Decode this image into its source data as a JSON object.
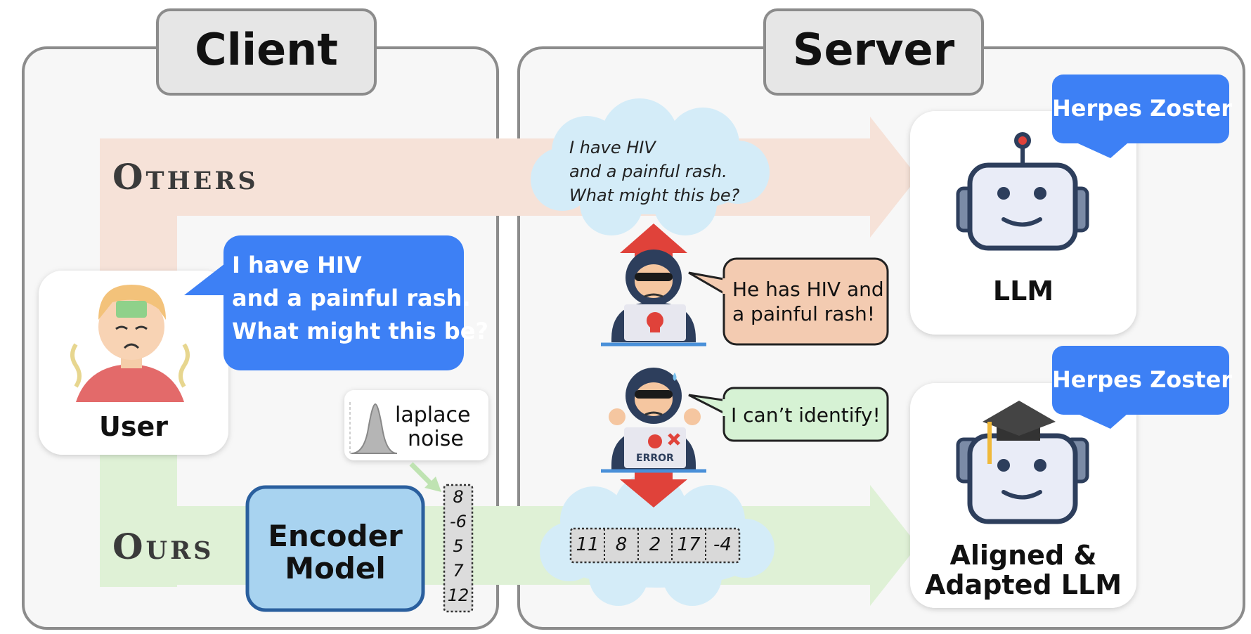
{
  "client": {
    "title": "Client"
  },
  "server": {
    "title": "Server"
  },
  "flows": {
    "others_label": "Others",
    "ours_label": "Ours"
  },
  "user": {
    "label": "User",
    "speech": [
      "I have HIV",
      "and a painful rash.",
      "What might this be?"
    ]
  },
  "cloud_text": [
    "I have HIV",
    "and a painful rash.",
    "What might this be?"
  ],
  "attacker_success": {
    "speech": [
      "He has HIV and",
      "a painful rash!"
    ]
  },
  "attacker_fail": {
    "speech": "I can’t identify!",
    "screen_text": "ERROR"
  },
  "noise": {
    "label": [
      "laplace",
      "noise"
    ]
  },
  "encoder": {
    "label": [
      "Encoder",
      "Model"
    ]
  },
  "client_vector": [
    "8",
    "-6",
    "5",
    "7",
    "12"
  ],
  "server_vector": [
    "11",
    "8",
    "2",
    "17",
    "-4"
  ],
  "llm": {
    "label": "LLM",
    "reply": "Herpes Zoster"
  },
  "adapted_llm": {
    "label": [
      "Aligned &",
      "Adapted LLM"
    ],
    "reply": "Herpes Zoster"
  },
  "colors": {
    "others_flow": "#f6e2d8",
    "ours_flow": "#dff1d6",
    "bubble_blue": "#3d80f5",
    "cloud": "#d4ecf8",
    "encoder_fill": "#a8d3f0",
    "encoder_stroke": "#2a5f9e",
    "alert_red": "#e0423a",
    "peach_bubble": "#f3cbb1",
    "green_bubble": "#d6f2d4"
  }
}
